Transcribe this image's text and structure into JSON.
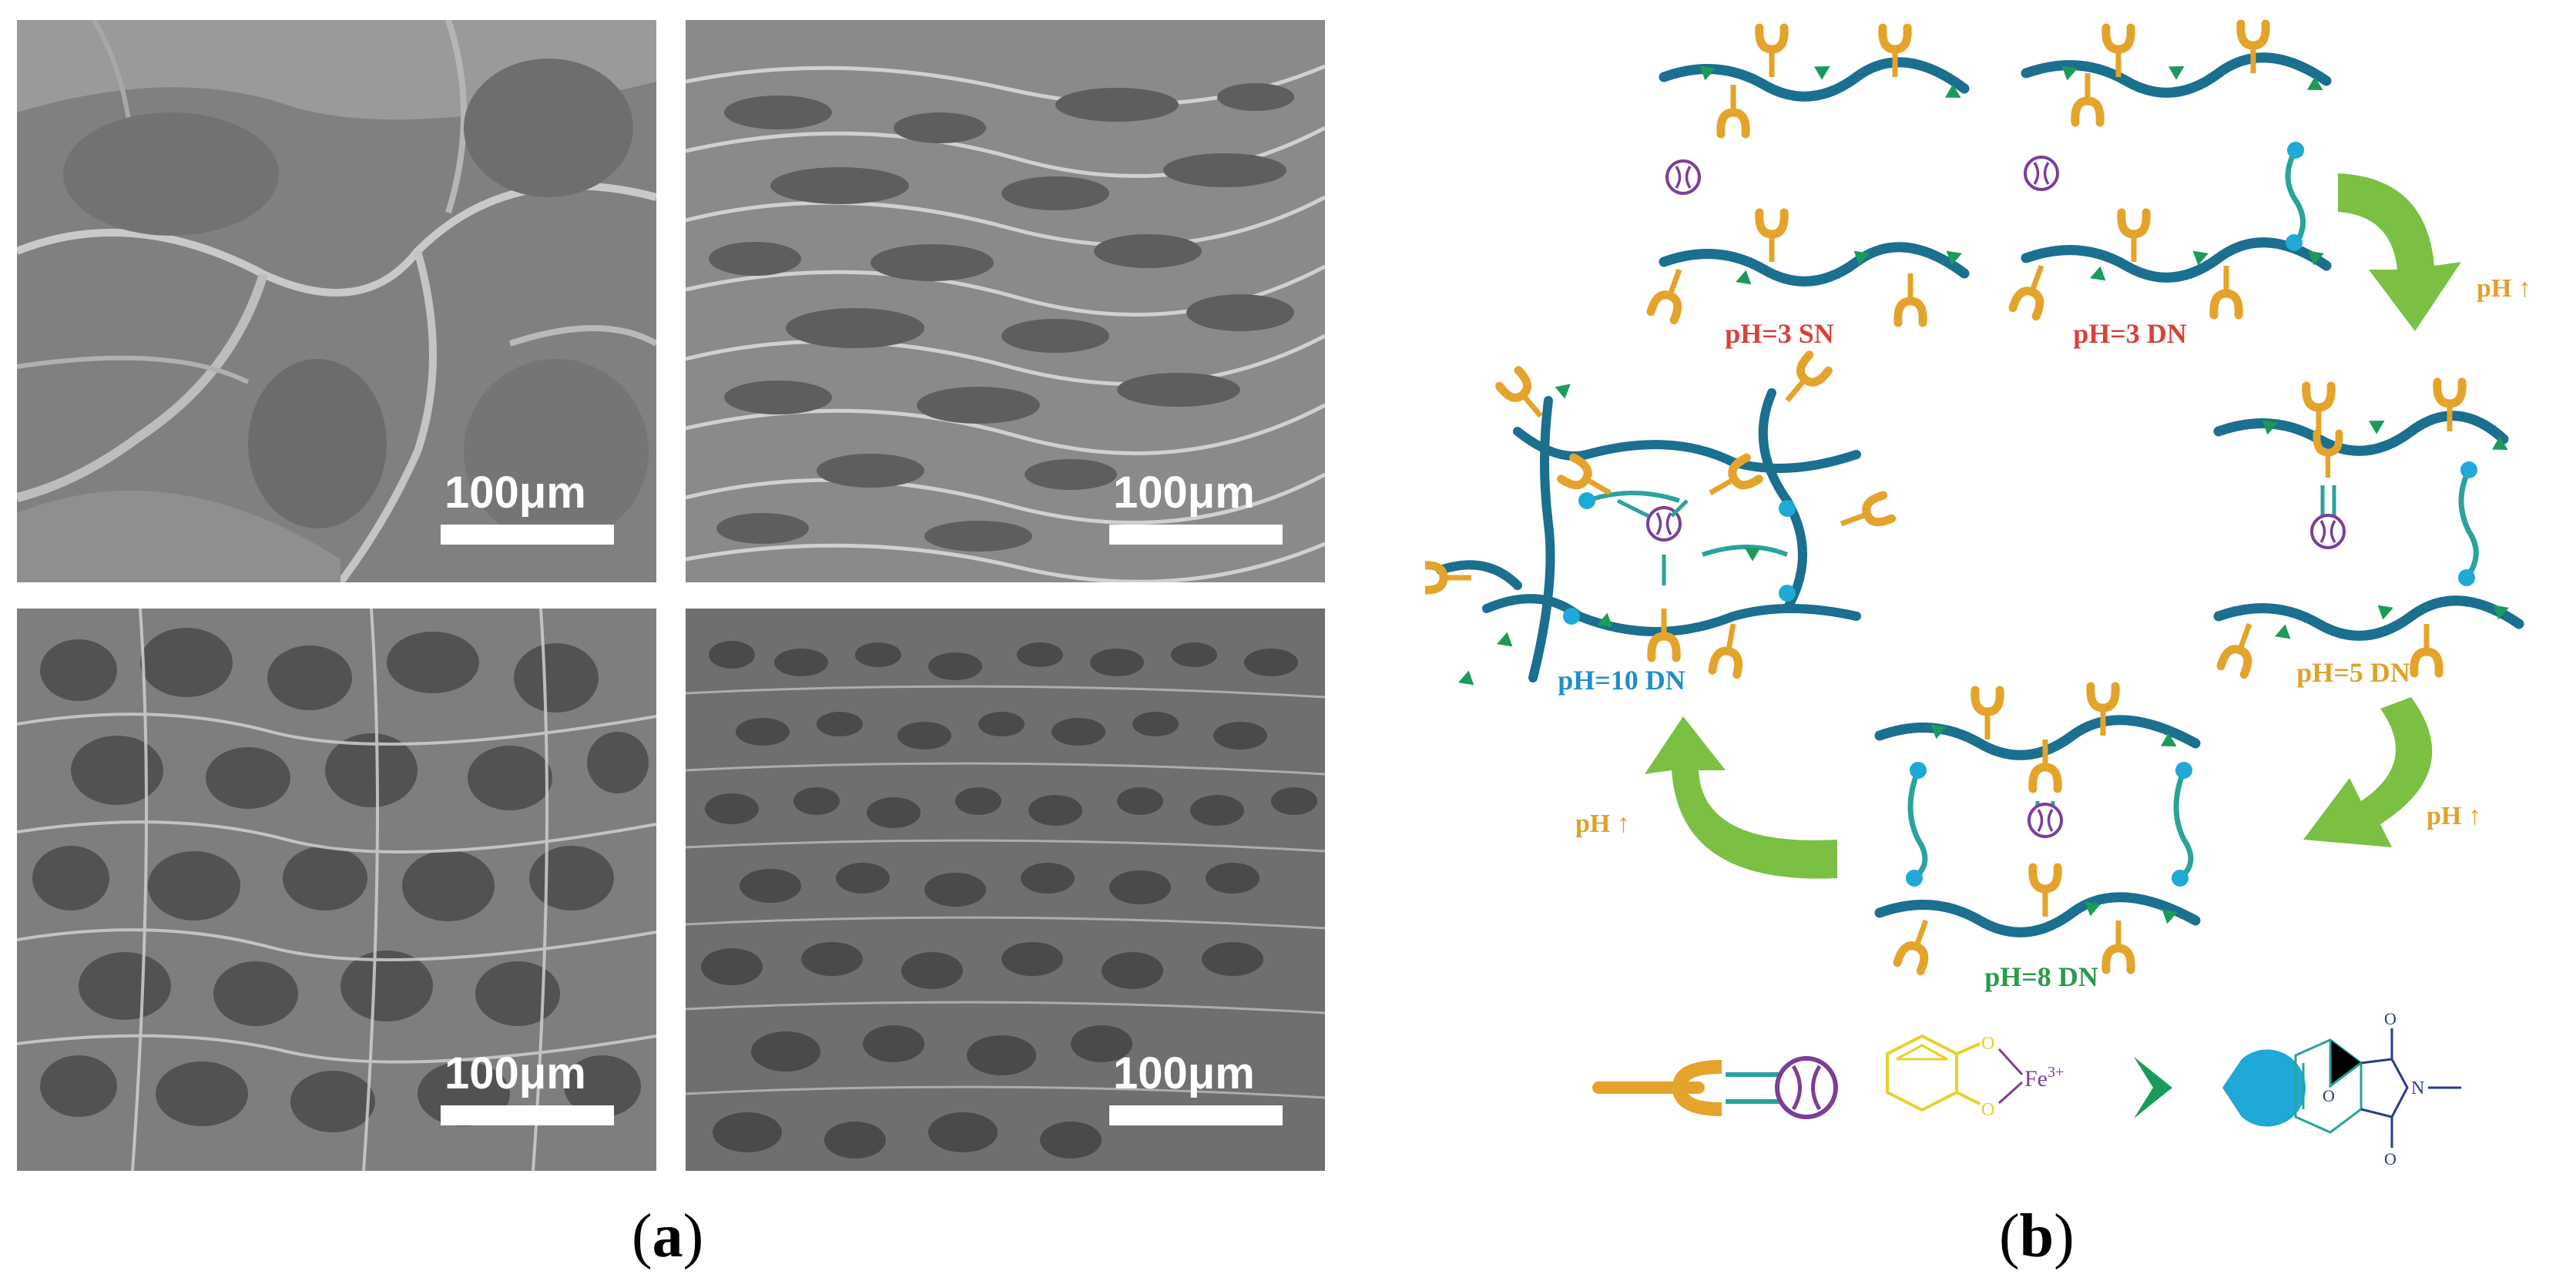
{
  "panel_a": {
    "caption": "a",
    "images": [
      {
        "id": "sem-1",
        "scale": "100μm"
      },
      {
        "id": "sem-2",
        "scale": "100μm"
      },
      {
        "id": "sem-3",
        "scale": "100μm"
      },
      {
        "id": "sem-4",
        "scale": "100μm"
      }
    ]
  },
  "panel_b": {
    "caption": "b",
    "labels": {
      "ph3_sn": "pH=3 SN",
      "ph3_dn": "pH=3 DN",
      "ph5_dn": "pH=5 DN",
      "ph8_dn": "pH=8 DN",
      "ph10_dn": "pH=10 DN"
    },
    "arrow_label": "pH ↑",
    "legend": {
      "atom_o": "O",
      "fe": "Fe",
      "fe_charge": "3+",
      "atom_n": "N"
    },
    "colors": {
      "chain": "#1b6f8f",
      "crosslinker": "#2aa39b",
      "catechol": "#e4a42b",
      "iron": "#7b3f98",
      "node": "#1fa9d6",
      "side_group": "#1a9b5a",
      "arrow": "#7bc043",
      "label_red": "#d9413a",
      "label_orange": "#e0a12a",
      "label_blue": "#1f8fc7",
      "label_green": "#2a9a4b",
      "legend_yellow": "#e7d12a",
      "legend_navy": "#2a3a8f"
    }
  }
}
